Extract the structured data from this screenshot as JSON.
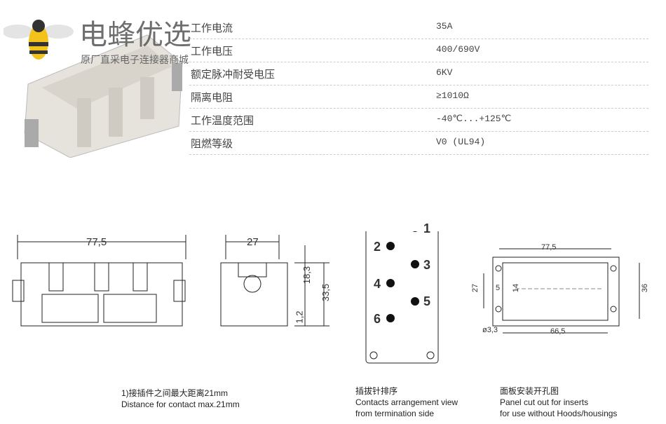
{
  "watermark": {
    "brand": "电蜂优选",
    "tagline": "原厂直采电子连接器商城"
  },
  "specs": [
    {
      "label": "工作电流",
      "value": "35A"
    },
    {
      "label": "工作电压",
      "value": "400/690V"
    },
    {
      "label": "额定脉冲耐受电压",
      "value": "6KV"
    },
    {
      "label": "隔离电阻",
      "value": "≥1010Ω"
    },
    {
      "label": "工作温度范围",
      "value": "-40℃...+125℃"
    },
    {
      "label": "阻燃等级",
      "value": "V0 (UL94)"
    }
  ],
  "dims": {
    "width": "77,5",
    "depth": "27",
    "h1": "18,3",
    "h2": "33,5",
    "h3": "1,2",
    "panel_w": "77,5",
    "panel_d": "27",
    "panel_a": "5",
    "panel_b": "14",
    "panel_h": "36",
    "panel_hole": "66,5",
    "panel_dia": "ø3,3"
  },
  "pins": [
    "1",
    "2",
    "3",
    "4",
    "5",
    "6"
  ],
  "captions": {
    "c1_cn": "1)接插件之间最大距离21mm",
    "c1_en": "Distance for contact max.21mm",
    "c2_cn": "插拔针排序",
    "c2_en1": "Contacts arrangement view",
    "c2_en2": "from termination side",
    "c3_cn": "面板安装开孔图",
    "c3_en1": "Panel cut out for inserts",
    "c3_en2": "for use without Hoods/housings"
  }
}
